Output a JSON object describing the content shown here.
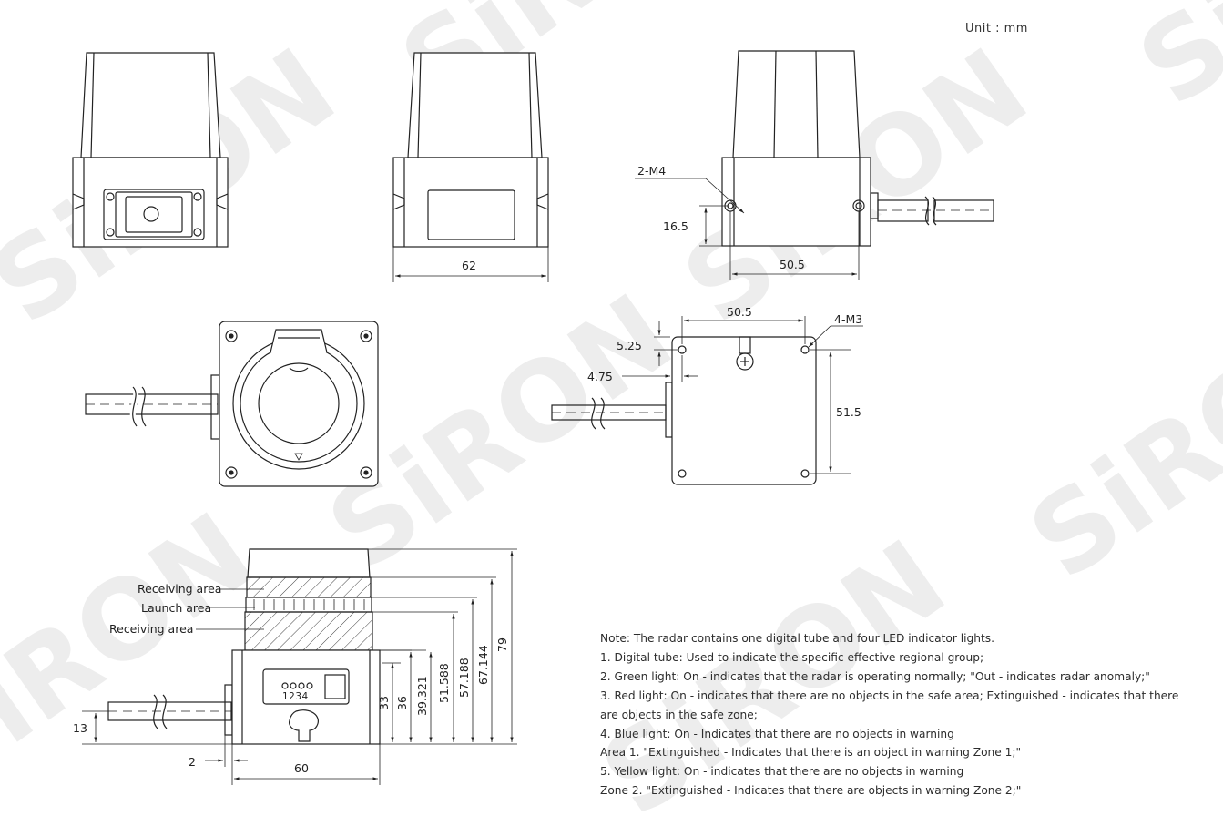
{
  "unit_label": "Unit : mm",
  "watermark": "SiRON",
  "dimensions": {
    "front_width": "62",
    "side_label_m4": "2-M4",
    "side_height": "16.5",
    "side_width": "50.5",
    "bottom_width": "50.5",
    "bottom_m3": "4-M3",
    "bottom_top_offset": "5.25",
    "bottom_left_offset": "4.75",
    "bottom_height": "51.5",
    "dim_79": "79",
    "dim_67144": "67.144",
    "dim_57188": "57.188",
    "dim_51588": "51.588",
    "dim_39321": "39.321",
    "dim_36": "36",
    "dim_33": "33",
    "dim_13": "13",
    "dim_2": "2",
    "dim_60": "60"
  },
  "labels": {
    "receiving_area_top": "Receiving area",
    "launch_area": "Launch area",
    "receiving_area_bottom": "Receiving area",
    "led_numbers": "1234"
  },
  "notes": [
    "Note: The radar contains one digital tube and four LED indicator lights.",
    "1. Digital tube: Used to indicate the specific effective regional group;",
    "2. Green light: On - indicates that the radar is operating normally; \"Out - indicates radar anomaly;\"",
    "3. Red light: On - indicates that there are no objects in the safe area; Extinguished - indicates that there are objects in the safe zone;",
    "4. Blue light: On - Indicates that there are no objects in warning",
    "Area 1. \"Extinguished - Indicates that there is an object in warning Zone 1;\"",
    "5. Yellow light: On - indicates that there are no objects in warning",
    "Zone 2. \"Extinguished - Indicates that there are objects in warning Zone 2;\""
  ]
}
